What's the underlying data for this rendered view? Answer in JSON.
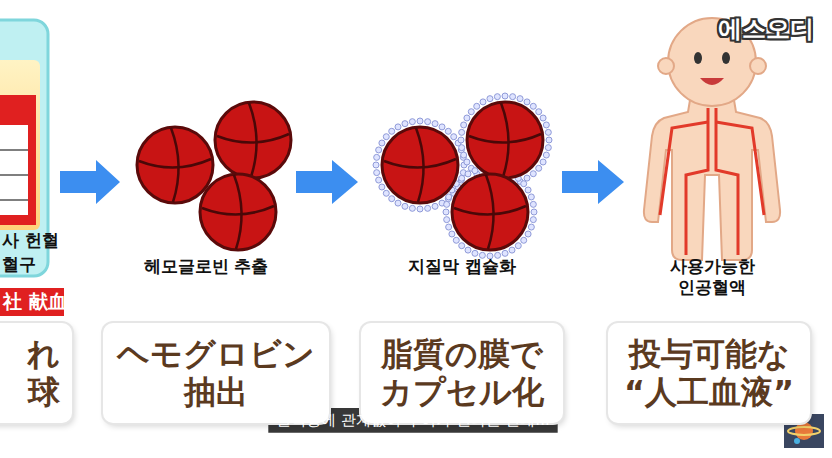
{
  "diagram": {
    "nodes": [
      {
        "text": [
          "れ 球"
        ]
      },
      {
        "text": [
          "ヘモグロビン 抽出"
        ]
      },
      {
        "text": [
          "脂質の膜で カプセル化"
        ]
      },
      {
        "text": [
          "投与可能な “人工血液”"
        ]
      }
    ],
    "labels": [
      "사 헌혈",
      "혈구",
      "社 献血",
      "헤모글로빈 추출",
      "지질막 캡슐화",
      "사용가능한 인공혈액",
      "혈액형에 관계없이 투여가 된다는 건데...",
      "에스오디"
    ]
  }
}
